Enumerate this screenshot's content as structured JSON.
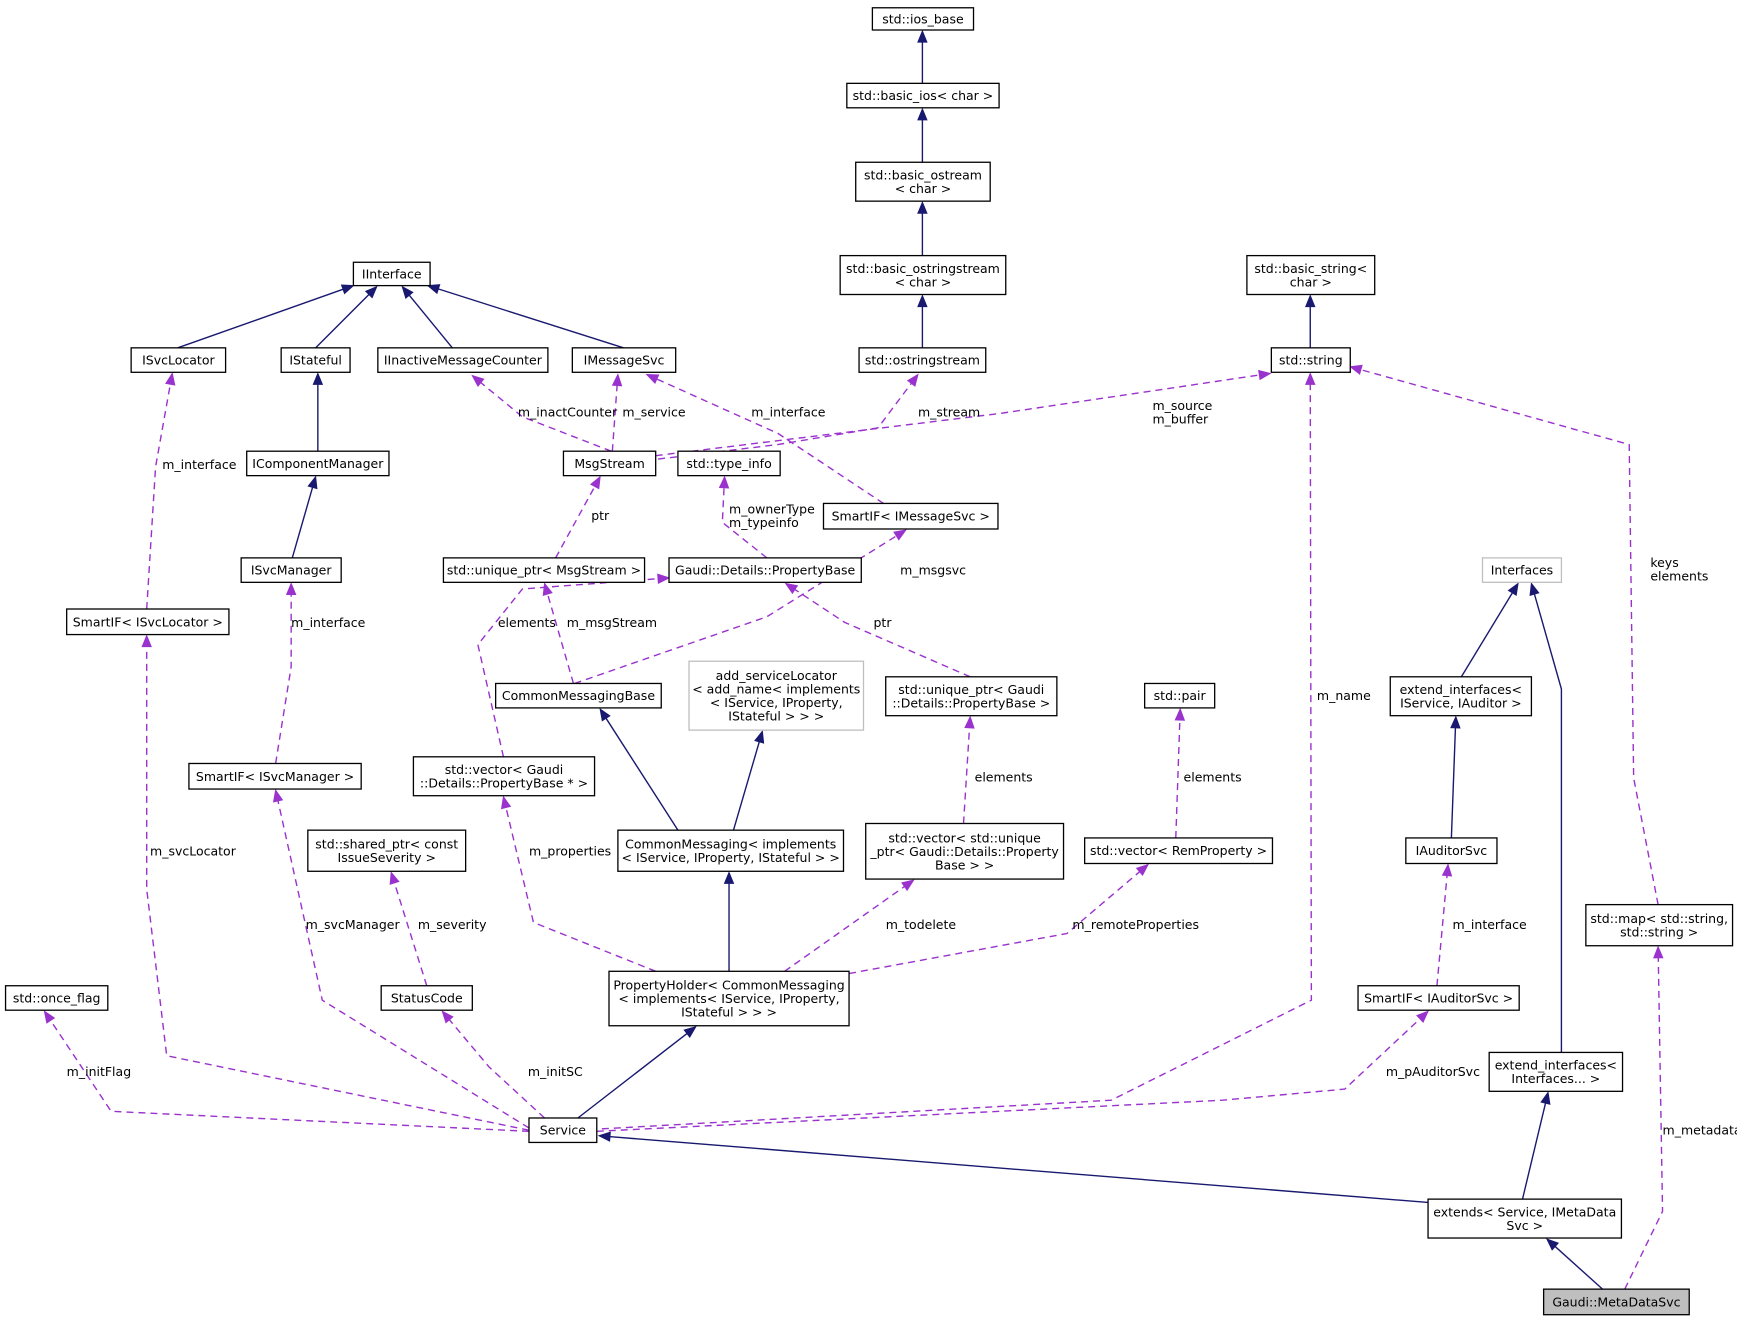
{
  "nodes": {
    "ios_base": [
      "std::ios_base"
    ],
    "basic_ios": [
      "std::basic_ios< char >"
    ],
    "basic_ostream": [
      "std::basic_ostream",
      "< char >"
    ],
    "basic_ostringstream": [
      "std::basic_ostringstream",
      "< char >"
    ],
    "ostringstream": [
      "std::ostringstream"
    ],
    "basic_string": [
      "std::basic_string<",
      "char >"
    ],
    "string": [
      "std::string"
    ],
    "IInterface": [
      "IInterface"
    ],
    "ISvcLocator": [
      "ISvcLocator"
    ],
    "IStateful": [
      "IStateful"
    ],
    "IInactiveMessageCounter": [
      "IInactiveMessageCounter"
    ],
    "IMessageSvc": [
      "IMessageSvc"
    ],
    "IComponentManager": [
      "IComponentManager"
    ],
    "ISvcManager": [
      "ISvcManager"
    ],
    "MsgStream": [
      "MsgStream"
    ],
    "type_info": [
      "std::type_info"
    ],
    "SmartIF_IMessageSvc": [
      "SmartIF< IMessageSvc >"
    ],
    "unique_ptr_MsgStream": [
      "std::unique_ptr< MsgStream >"
    ],
    "PropertyBase": [
      "Gaudi::Details::PropertyBase"
    ],
    "SmartIF_ISvcLocator": [
      "SmartIF< ISvcLocator >"
    ],
    "CommonMessagingBase": [
      "CommonMessagingBase"
    ],
    "add_serviceLocator": [
      "add_serviceLocator",
      "< add_name< implements",
      "< IService, IProperty,",
      "IStateful > > >"
    ],
    "unique_ptr_PropertyBase": [
      "std::unique_ptr< Gaudi",
      "::Details::PropertyBase >"
    ],
    "pair": [
      "std::pair"
    ],
    "Interfaces": [
      "Interfaces"
    ],
    "extend_interfaces_IService_IAuditor": [
      "extend_interfaces<",
      "IService, IAuditor >"
    ],
    "SmartIF_ISvcManager": [
      "SmartIF< ISvcManager >"
    ],
    "vector_PropertyBase_ptr": [
      "std::vector< Gaudi",
      "::Details::PropertyBase * >"
    ],
    "CommonMessaging": [
      "CommonMessaging< implements",
      "< IService, IProperty, IStateful > >"
    ],
    "vector_unique_ptr": [
      "std::vector< std::unique",
      "_ptr< Gaudi::Details::Property",
      "Base > >"
    ],
    "vector_RemProperty": [
      "std::vector< RemProperty >"
    ],
    "IAuditorSvc": [
      "IAuditorSvc"
    ],
    "shared_ptr_IssueSeverity": [
      "std::shared_ptr< const",
      "IssueSeverity >"
    ],
    "map_string_string": [
      "std::map< std::string,",
      "std::string >"
    ],
    "once_flag": [
      "std::once_flag"
    ],
    "StatusCode": [
      "StatusCode"
    ],
    "PropertyHolder": [
      "PropertyHolder< CommonMessaging",
      "< implements< IService, IProperty,",
      "IStateful > > >"
    ],
    "SmartIF_IAuditorSvc": [
      "SmartIF< IAuditorSvc >"
    ],
    "extend_interfaces_Interfaces": [
      "extend_interfaces<",
      "Interfaces... >"
    ],
    "Service": [
      "Service"
    ],
    "extends_Service": [
      "extends< Service, IMetaData",
      "Svc >"
    ],
    "MetaDataSvc": [
      "Gaudi::MetaDataSvc"
    ]
  },
  "edge_labels": {
    "m_inactCounter": [
      "m_inactCounter"
    ],
    "m_service": [
      "m_service"
    ],
    "m_interface_msgsvc": [
      "m_interface"
    ],
    "m_stream": [
      "m_stream"
    ],
    "m_source_buffer": [
      "m_source",
      "m_buffer"
    ],
    "m_interface_svclocator": [
      "m_interface"
    ],
    "ptr_msgstream": [
      "ptr"
    ],
    "m_ownerType_typeinfo": [
      "m_ownerType",
      "m_typeinfo"
    ],
    "m_msgsvc": [
      "m_msgsvc"
    ],
    "keys_elements": [
      "keys",
      "elements"
    ],
    "m_interface_svcmanager": [
      "m_interface"
    ],
    "elements_propbase": [
      "elements"
    ],
    "m_msgStream": [
      "m_msgStream"
    ],
    "ptr_propbase": [
      "ptr"
    ],
    "m_name": [
      "m_name"
    ],
    "elements_uniqueptr": [
      "elements"
    ],
    "elements_pair": [
      "elements"
    ],
    "m_svcLocator": [
      "m_svcLocator"
    ],
    "m_properties": [
      "m_properties"
    ],
    "m_svcManager": [
      "m_svcManager"
    ],
    "m_severity": [
      "m_severity"
    ],
    "m_todelete": [
      "m_todelete"
    ],
    "m_remoteProperties": [
      "m_remoteProperties"
    ],
    "m_interface_auditor": [
      "m_interface"
    ],
    "m_initFlag": [
      "m_initFlag"
    ],
    "m_initSC": [
      "m_initSC"
    ],
    "m_pAuditorSvc": [
      "m_pAuditorSvc"
    ],
    "m_metadata": [
      "m_metadata"
    ]
  },
  "colors": {
    "inheritance": "#191970",
    "usage": "#9a32cd",
    "highlight_fill": "#bfbfbf",
    "undocumented_border": "#bfbfbf"
  }
}
